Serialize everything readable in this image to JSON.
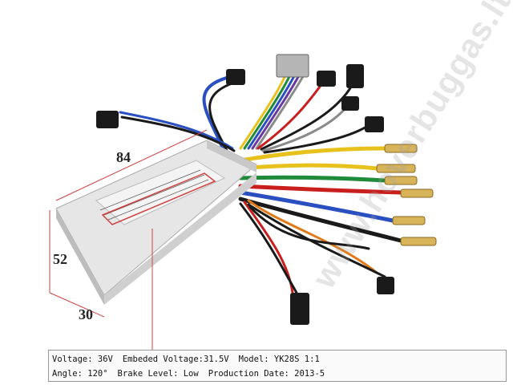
{
  "dimensions": {
    "length": "84",
    "width": "52",
    "height": "30"
  },
  "controller_label": {
    "title": "Intelligent Motor Controller",
    "voltage": "Voltage: 36V",
    "embedded_voltage": "Embeded Voltage:31.5V",
    "model": "Model:  YK28S 1:1",
    "angle": "Angle: 120°",
    "brake_level": "Brake Level:  Low",
    "production_date": "Production Date:  2013-5"
  },
  "watermark": "www.hoverbuggas.lt",
  "colors": {
    "housing": "#dcdcdc",
    "dimension_line": "#d04040",
    "wire_red": "#c81e1e",
    "wire_blue": "#2a4fc0",
    "wire_yellow": "#e8c21c",
    "wire_green": "#1f8a3a",
    "wire_black": "#1a1a1a",
    "wire_orange": "#e07a1a",
    "wire_purple": "#6a3aa0",
    "wire_grey": "#8a8a8a"
  }
}
